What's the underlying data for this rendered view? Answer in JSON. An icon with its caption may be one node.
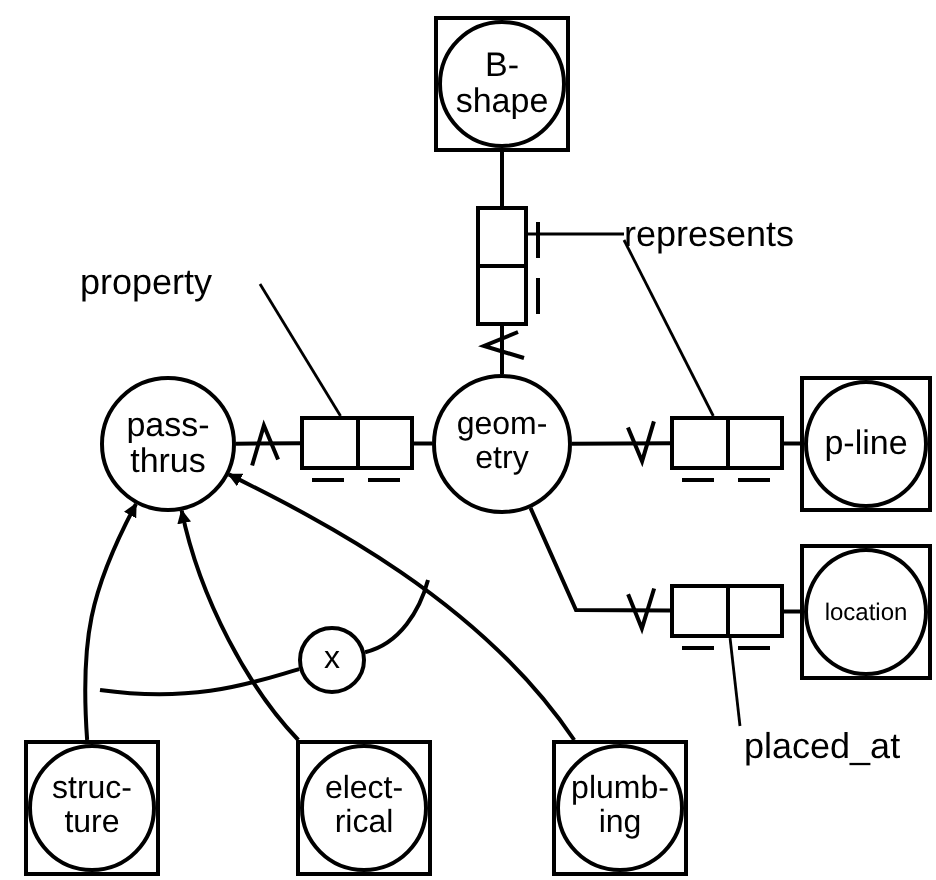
{
  "diagram": {
    "nodes": [
      {
        "text": [
          "B- shape"
        ]
      },
      {
        "text": [],
        "shape": "box"
      },
      {
        "text": [
          "represents"
        ]
      },
      {
        "text": [
          "property"
        ]
      },
      {
        "text": [
          "pass- thrus"
        ]
      },
      {
        "text": [],
        "shape": "box"
      },
      {
        "text": [
          "geom- etry"
        ]
      },
      {
        "text": [],
        "shape": "box"
      },
      {
        "text": [
          "p-line"
        ]
      },
      {
        "text": [],
        "shape": "box"
      },
      {
        "text": [
          "location"
        ]
      },
      {
        "text": [
          "x"
        ]
      },
      {
        "text": [
          "placed_at"
        ]
      },
      {
        "text": [
          "struc- ture"
        ]
      },
      {
        "text": [
          "elect- rical"
        ]
      },
      {
        "text": [
          "plumb- ing"
        ]
      }
    ],
    "edges": [
      {
        "from": 0,
        "to": 1,
        "arrow": "none"
      },
      {
        "from": 1,
        "to": 6,
        "arrow": "other"
      },
      {
        "from": 2,
        "to": 1,
        "arrow": "none"
      },
      {
        "from": 2,
        "to": 7,
        "arrow": "none"
      },
      {
        "from": 3,
        "to": 5,
        "arrow": "none"
      },
      {
        "from": 5,
        "to": 4,
        "arrow": "other"
      },
      {
        "from": 5,
        "to": 6,
        "arrow": "none"
      },
      {
        "from": 6,
        "to": 7,
        "arrow": "other"
      },
      {
        "from": 7,
        "to": 8,
        "arrow": "none"
      },
      {
        "from": 6,
        "to": 9,
        "arrow": "other"
      },
      {
        "from": 9,
        "to": 10,
        "arrow": "none"
      },
      {
        "from": 12,
        "to": 9,
        "arrow": "none"
      },
      {
        "from": 13,
        "to": 4,
        "arrow": "to"
      },
      {
        "from": 14,
        "to": 4,
        "arrow": "to"
      },
      {
        "from": 15,
        "to": 4,
        "arrow": "to"
      },
      {
        "from": null,
        "to": 11,
        "arrow": "none"
      },
      {
        "from": 11,
        "to": null,
        "arrow": "none"
      }
    ]
  }
}
